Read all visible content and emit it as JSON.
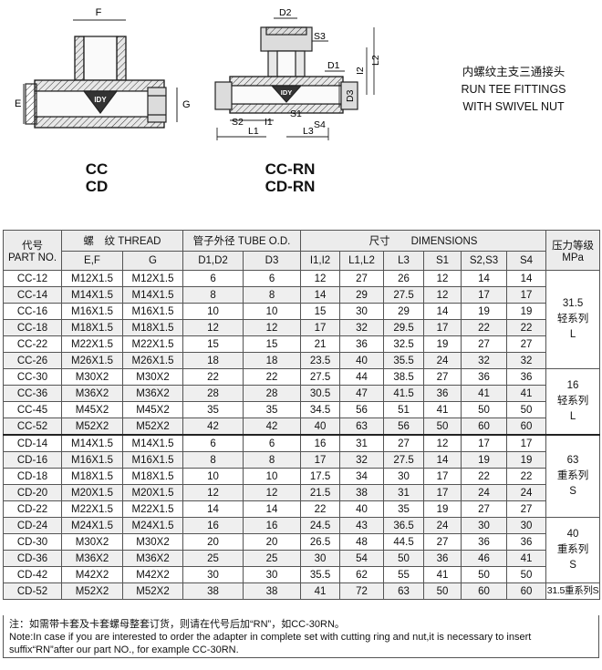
{
  "drawing": {
    "left_labels": {
      "f": "F",
      "e": "E",
      "g": "G"
    },
    "right_labels": {
      "d2": "D2",
      "s3": "S3",
      "l2": "L2",
      "i2": "I2",
      "d1": "D1",
      "d3": "D3",
      "s1": "S1",
      "s2": "S2",
      "s4": "S4",
      "i1": "I1",
      "l1": "L1",
      "l3": "L3"
    },
    "logo": "IDY",
    "models_left": [
      "CC",
      "CD"
    ],
    "models_right": [
      "CC-RN",
      "CD-RN"
    ],
    "title_lines": [
      "内螺纹主支三通接头",
      "RUN TEE FITTINGS",
      "WITH SWIVEL NUT"
    ]
  },
  "table": {
    "headers": {
      "part_top": "代号",
      "part_bottom": "PART NO.",
      "thread": "螺　纹  THREAD",
      "tube": "管子外径 TUBE O.D.",
      "dims": "尺寸　　DIMENSIONS",
      "pressure_top": "压力等级",
      "pressure_bottom": "MPa",
      "ef": "E,F",
      "g": "G",
      "d1d2": "D1,D2",
      "d3": "D3",
      "i1i2": "I1,I2",
      "l1l2": "L1,L2",
      "l3": "L3",
      "s1": "S1",
      "s2s3": "S2,S3",
      "s4": "S4"
    },
    "rows": [
      [
        "CC-12",
        "M12X1.5",
        "M12X1.5",
        "6",
        "6",
        "12",
        "27",
        "26",
        "12",
        "14",
        "14"
      ],
      [
        "CC-14",
        "M14X1.5",
        "M14X1.5",
        "8",
        "8",
        "14",
        "29",
        "27.5",
        "12",
        "17",
        "17"
      ],
      [
        "CC-16",
        "M16X1.5",
        "M16X1.5",
        "10",
        "10",
        "15",
        "30",
        "29",
        "14",
        "19",
        "19"
      ],
      [
        "CC-18",
        "M18X1.5",
        "M18X1.5",
        "12",
        "12",
        "17",
        "32",
        "29.5",
        "17",
        "22",
        "22"
      ],
      [
        "CC-22",
        "M22X1.5",
        "M22X1.5",
        "15",
        "15",
        "21",
        "36",
        "32.5",
        "19",
        "27",
        "27"
      ],
      [
        "CC-26",
        "M26X1.5",
        "M26X1.5",
        "18",
        "18",
        "23.5",
        "40",
        "35.5",
        "24",
        "32",
        "32"
      ],
      [
        "CC-30",
        "M30X2",
        "M30X2",
        "22",
        "22",
        "27.5",
        "44",
        "38.5",
        "27",
        "36",
        "36"
      ],
      [
        "CC-36",
        "M36X2",
        "M36X2",
        "28",
        "28",
        "30.5",
        "47",
        "41.5",
        "36",
        "41",
        "41"
      ],
      [
        "CC-45",
        "M45X2",
        "M45X2",
        "35",
        "35",
        "34.5",
        "56",
        "51",
        "41",
        "50",
        "50"
      ],
      [
        "CC-52",
        "M52X2",
        "M52X2",
        "42",
        "42",
        "40",
        "63",
        "56",
        "50",
        "60",
        "60"
      ],
      [
        "CD-14",
        "M14X1.5",
        "M14X1.5",
        "6",
        "6",
        "16",
        "31",
        "27",
        "12",
        "17",
        "17"
      ],
      [
        "CD-16",
        "M16X1.5",
        "M16X1.5",
        "8",
        "8",
        "17",
        "32",
        "27.5",
        "14",
        "19",
        "19"
      ],
      [
        "CD-18",
        "M18X1.5",
        "M18X1.5",
        "10",
        "10",
        "17.5",
        "34",
        "30",
        "17",
        "22",
        "22"
      ],
      [
        "CD-20",
        "M20X1.5",
        "M20X1.5",
        "12",
        "12",
        "21.5",
        "38",
        "31",
        "17",
        "24",
        "24"
      ],
      [
        "CD-22",
        "M22X1.5",
        "M22X1.5",
        "14",
        "14",
        "22",
        "40",
        "35",
        "19",
        "27",
        "27"
      ],
      [
        "CD-24",
        "M24X1.5",
        "M24X1.5",
        "16",
        "16",
        "24.5",
        "43",
        "36.5",
        "24",
        "30",
        "30"
      ],
      [
        "CD-30",
        "M30X2",
        "M30X2",
        "20",
        "20",
        "26.5",
        "48",
        "44.5",
        "27",
        "36",
        "36"
      ],
      [
        "CD-36",
        "M36X2",
        "M36X2",
        "25",
        "25",
        "30",
        "54",
        "50",
        "36",
        "46",
        "41"
      ],
      [
        "CD-42",
        "M42X2",
        "M42X2",
        "30",
        "30",
        "35.5",
        "62",
        "55",
        "41",
        "50",
        "50"
      ],
      [
        "CD-52",
        "M52X2",
        "M52X2",
        "38",
        "38",
        "41",
        "72",
        "63",
        "50",
        "60",
        "60"
      ]
    ],
    "pressure": {
      "g1": [
        "31.5",
        "轻系列",
        "L"
      ],
      "g2": [
        "16",
        "轻系列",
        "L"
      ],
      "g3": [
        "63",
        "重系列",
        "S"
      ],
      "g4": [
        "40",
        "重系列",
        "S"
      ],
      "g5": "31.5重系列S"
    }
  },
  "note": {
    "cn": "注：如需带卡套及卡套螺母整套订货，则请在代号后加“RN”，如CC-30RN。",
    "en1": "Note:In case if you are interested to order the adapter in complete set with cutting ring and nut,it is necessary to insert",
    "en2": "suffix“RN”after our part NO., for example CC-30RN."
  }
}
